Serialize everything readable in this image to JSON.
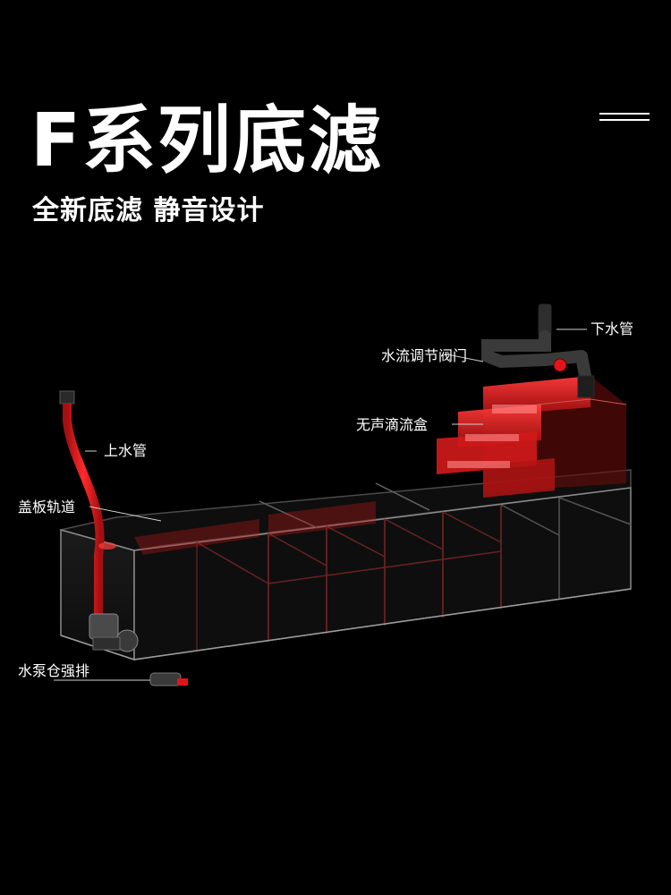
{
  "header": {
    "title": "F系列底滤",
    "subtitle": "全新底滤 静音设计"
  },
  "labels": {
    "downpipe": "下水管",
    "flow_valve": "水流调节阀门",
    "drip_box": "无声滴流盒",
    "uppipe": "上水管",
    "cover_rail": "盖板轨道",
    "pump_drain": "水泵仓强排"
  },
  "colors": {
    "background": "#000000",
    "accent": "#e0151c",
    "text": "#ffffff"
  },
  "icons": [
    "menu-icon"
  ]
}
